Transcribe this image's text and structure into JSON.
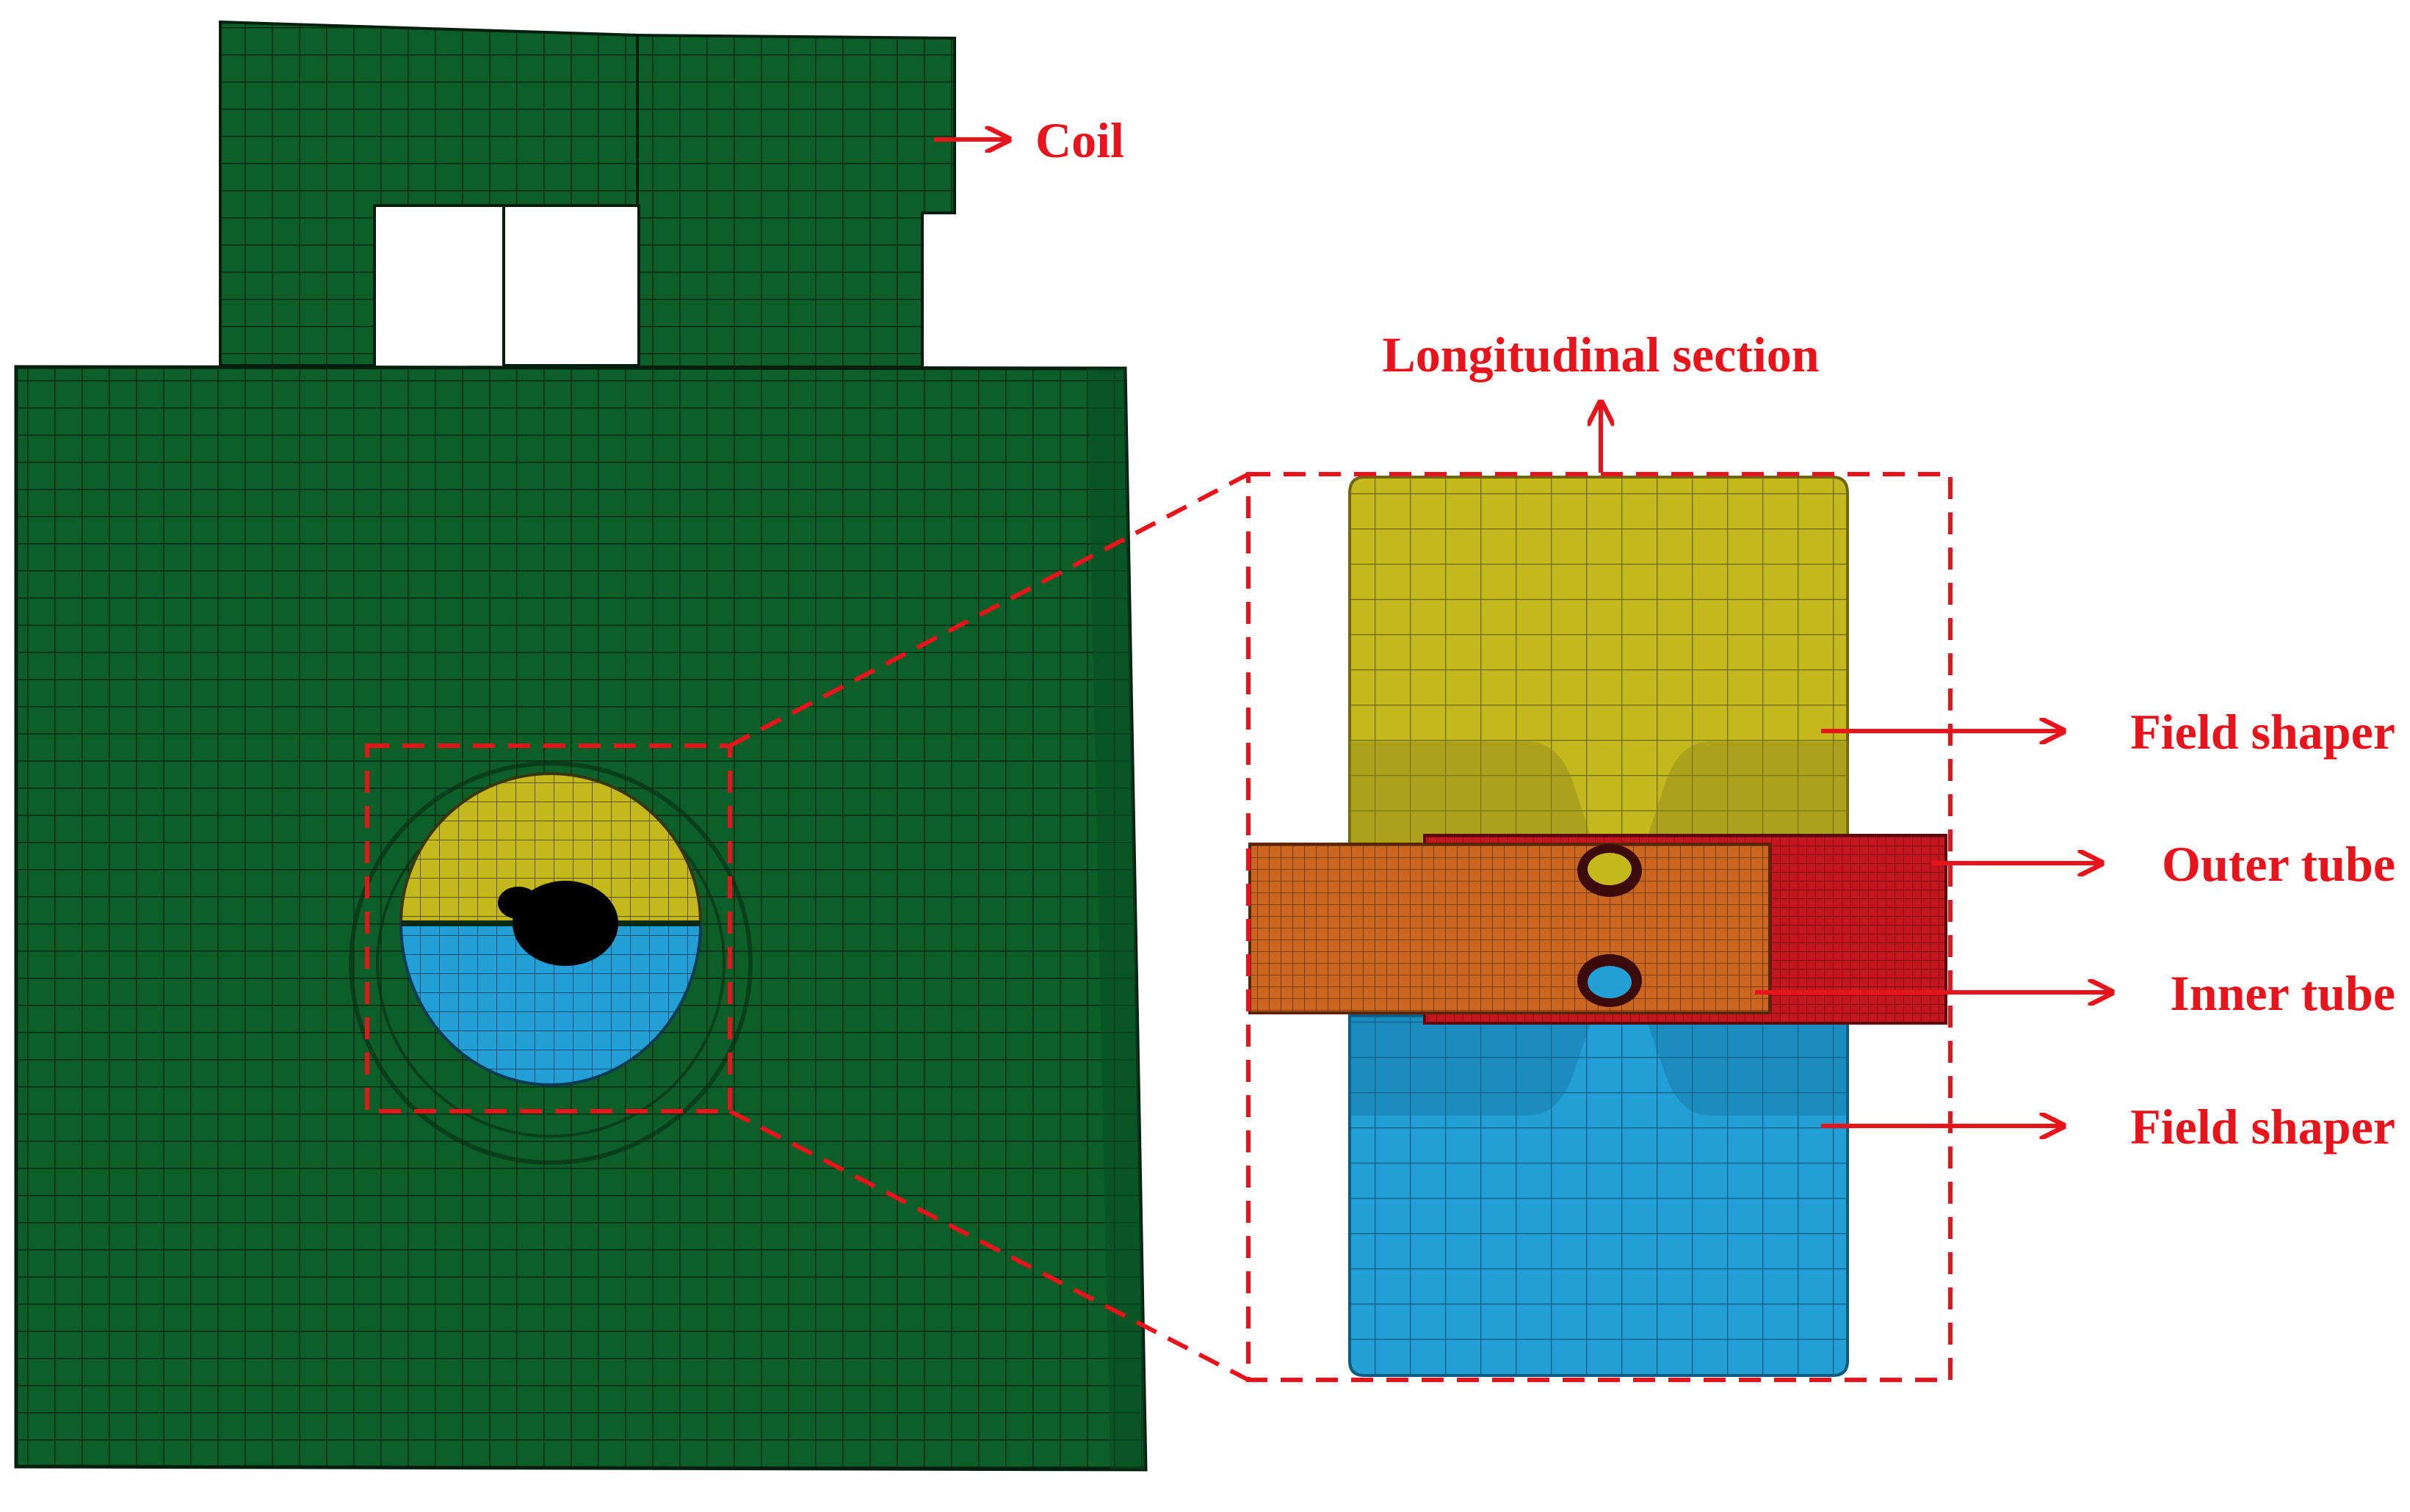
{
  "labels": {
    "coil": "Coil",
    "longitudinal_section": "Longitudinal section",
    "field_shaper_top": "Field shaper",
    "outer_tube": "Outer tube",
    "inner_tube": "Inner tube",
    "field_shaper_bottom": "Field shaper"
  },
  "colors": {
    "coil_green": "#0d5f2a",
    "mesh_line": "#062a12",
    "field_shaper_yellow": "#c4b81c",
    "field_shaper_blue": "#22a0d6",
    "outer_tube_red": "#c4161e",
    "inner_tube_orange": "#c9661f",
    "annotation_red": "#e8141c",
    "background": "#ffffff"
  }
}
